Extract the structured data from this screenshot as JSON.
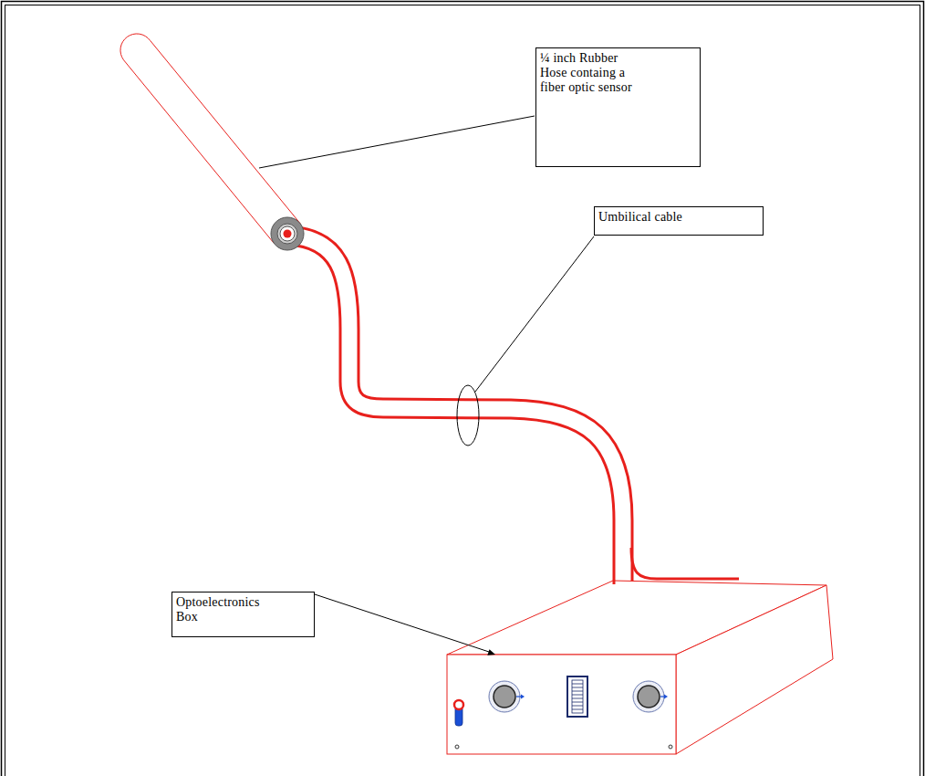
{
  "diagram": {
    "nodes": [
      {
        "text": [
          "¼ inch Rubber Hose containg a fiber optic sensor"
        ]
      },
      {
        "text": [
          "Umbilical cable"
        ]
      },
      {
        "text": [
          "Optoelectronics Box"
        ]
      }
    ]
  }
}
